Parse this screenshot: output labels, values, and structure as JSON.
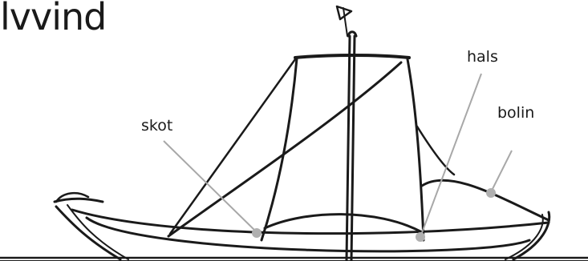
{
  "diagram": {
    "title": "lvvind",
    "labels": {
      "skot": "skot",
      "hals": "hals",
      "bolin": "bolin"
    },
    "colors": {
      "ink": "#1a1a1a",
      "leader": "#a8a8a8",
      "leader_dot": "#b0b0b0",
      "background": "#ffffff"
    }
  }
}
